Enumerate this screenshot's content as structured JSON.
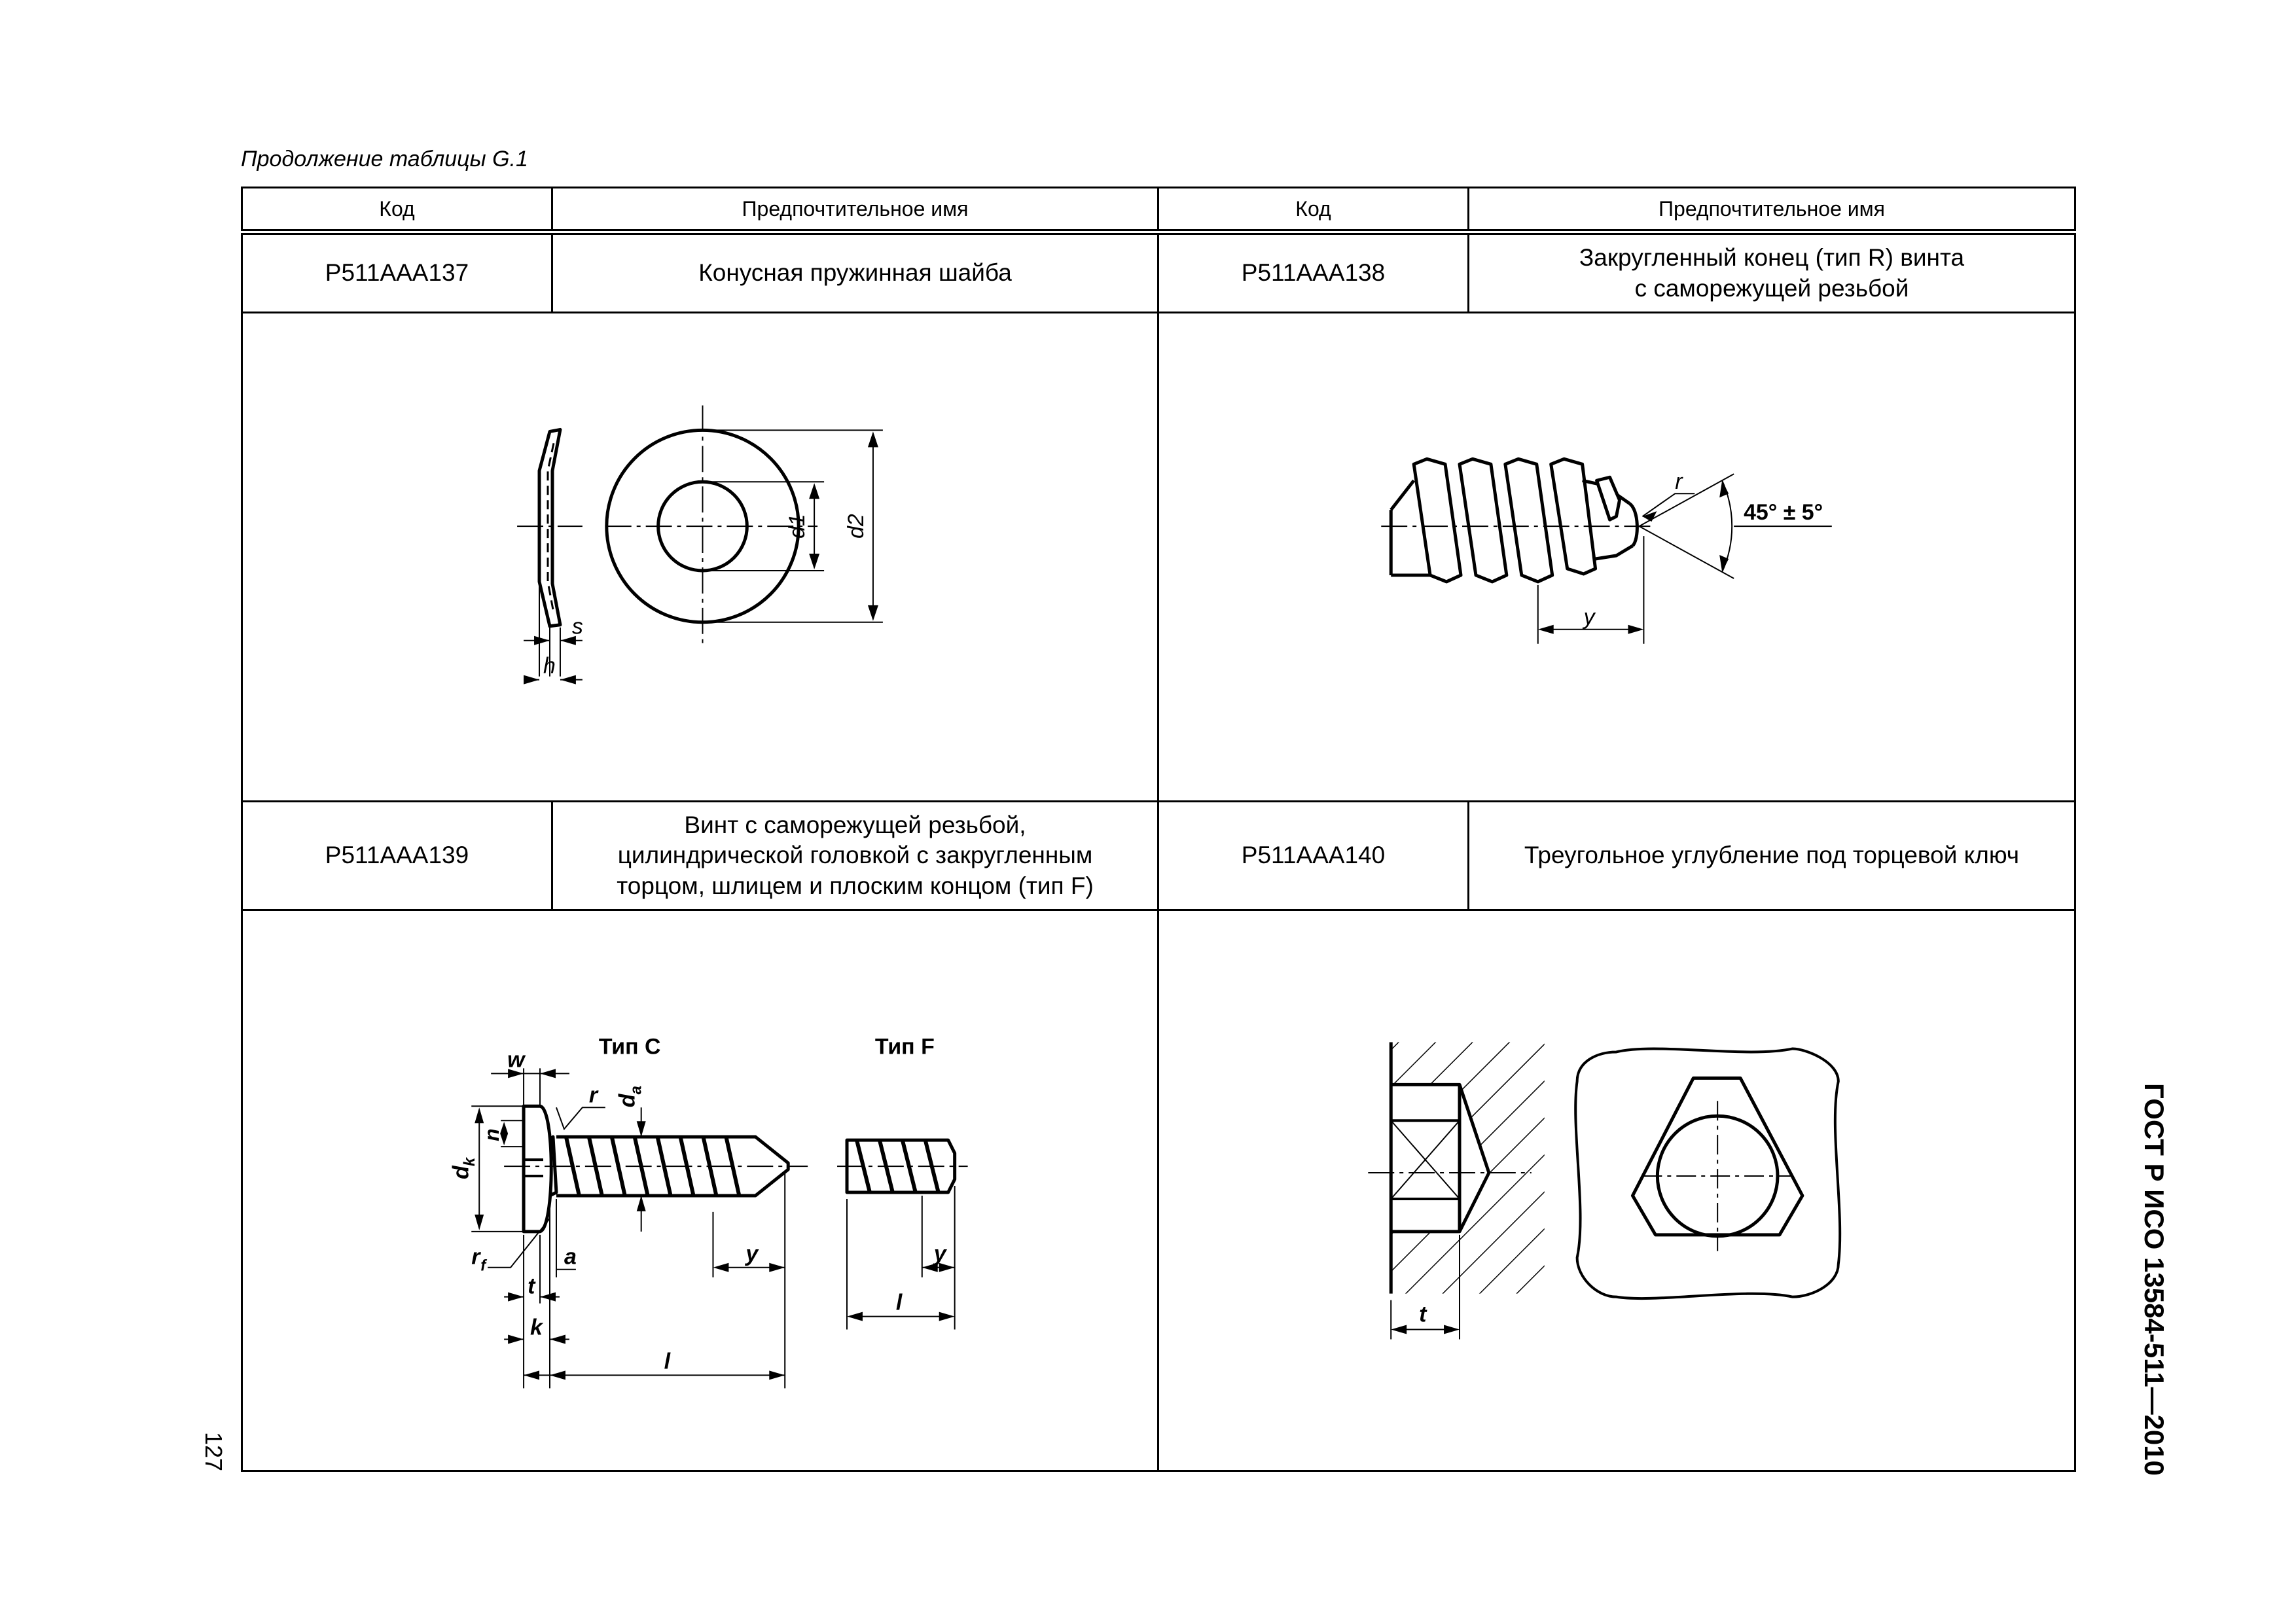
{
  "caption": "Продолжение таблицы G.1",
  "header": {
    "col1": "Код",
    "col2": "Предпочтительное имя",
    "col3": "Код",
    "col4": "Предпочтительное имя"
  },
  "rows": [
    {
      "left": {
        "code": "P511AAA137",
        "name": "Конусная пружинная шайба"
      },
      "right": {
        "code": "P511AAA138",
        "name_line1": "Закругленный конец (тип R) винта",
        "name_line2": "с саморежущей резьбой"
      }
    },
    {
      "left": {
        "code": "P511AAA139",
        "name_line1": "Винт с саморежущей резьбой,",
        "name_line2": "цилиндрической головкой с закругленным",
        "name_line3": "торцом, шлицем и плоским концом (тип F)"
      },
      "right": {
        "code": "P511AAA140",
        "name": "Треугольное углубление под торцевой ключ"
      }
    }
  ],
  "figures": {
    "washer": {
      "label_s": "s",
      "label_h": "h",
      "label_d1": "d1",
      "label_d2": "d2"
    },
    "r_end": {
      "label_r": "r",
      "label_angle": "45° ± 5°",
      "label_y": "y"
    },
    "screw": {
      "type_c": "Тип C",
      "type_f": "Тип F",
      "label_w": "w",
      "label_r": "r",
      "label_da": "d",
      "label_da_sub": "a",
      "label_n": "n",
      "label_dk": "d",
      "label_dk_sub": "k",
      "label_rf": "r",
      "label_rf_sub": "f",
      "label_a": "a",
      "label_t": "t",
      "label_k": "k",
      "label_l": "l",
      "label_y": "y",
      "label_y2": "y",
      "label_l2": "l"
    },
    "recess": {
      "label_t": "t"
    }
  },
  "side_title": "ГОСТ Р ИСО 13584-511—2010",
  "page_number": "127"
}
